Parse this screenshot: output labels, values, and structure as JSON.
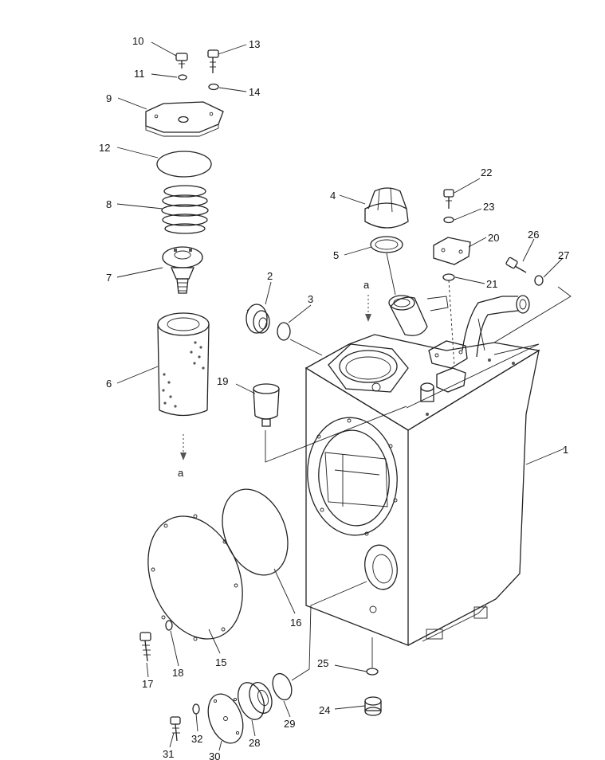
{
  "diagram": {
    "callouts": [
      "1",
      "2",
      "3",
      "4",
      "5",
      "6",
      "7",
      "8",
      "9",
      "10",
      "11",
      "12",
      "13",
      "14",
      "15",
      "16",
      "17",
      "18",
      "19",
      "20",
      "21",
      "22",
      "23",
      "24",
      "25",
      "26",
      "27",
      "28",
      "29",
      "30",
      "31",
      "32"
    ],
    "flow_marks": [
      "a",
      "a"
    ]
  }
}
